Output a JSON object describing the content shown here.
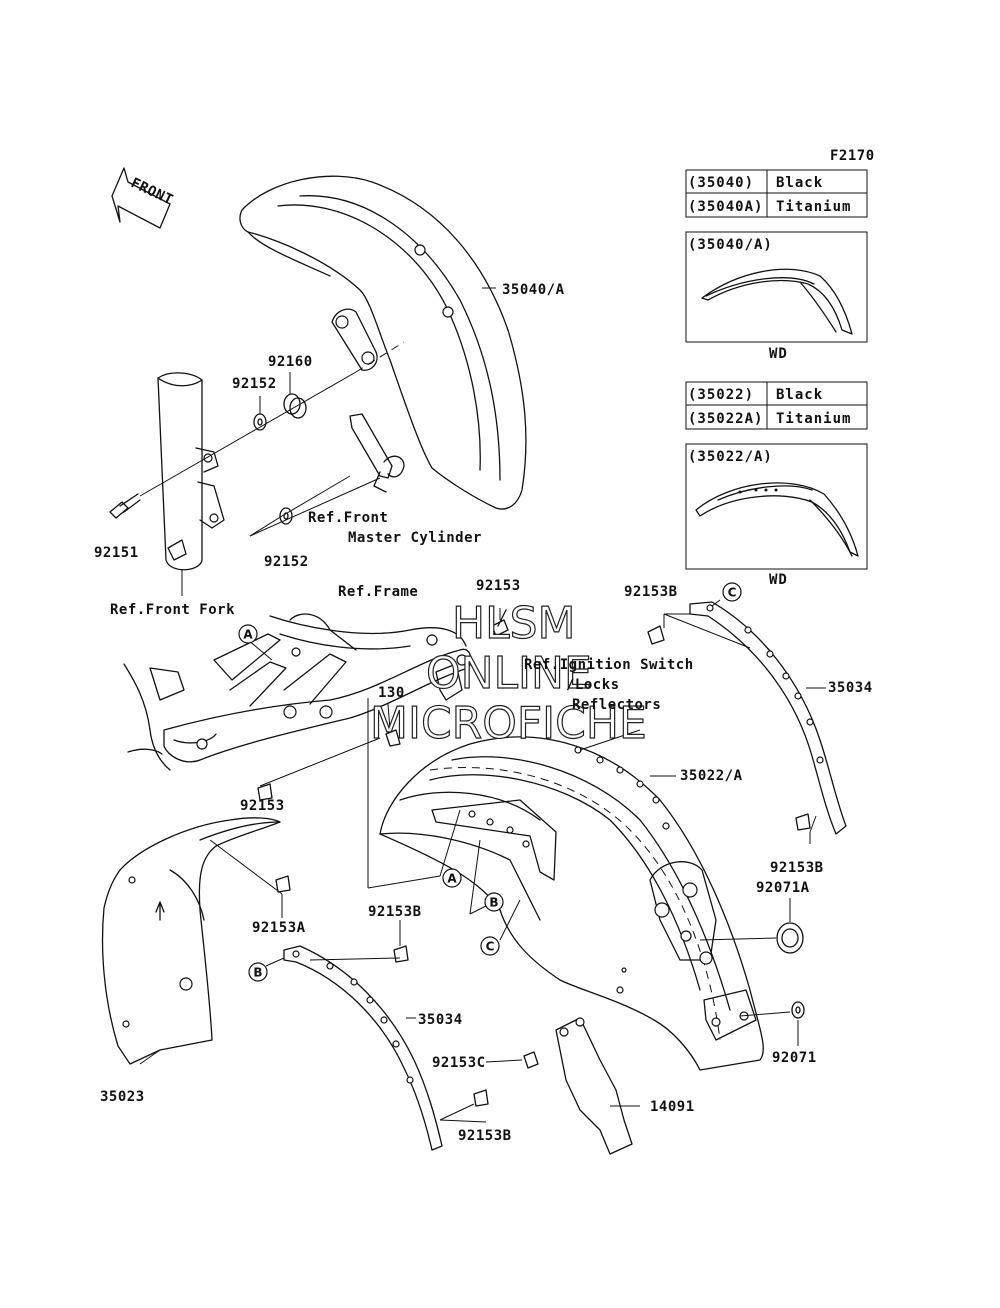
{
  "figure_code": "F2170",
  "front_arrow": "FRONT",
  "tables": [
    {
      "rows": [
        [
          "(35040)",
          "Black"
        ],
        [
          "(35040A)",
          "Titanium"
        ]
      ]
    },
    {
      "rows": [
        [
          "(35022)",
          "Black"
        ],
        [
          "(35022A)",
          "Titanium"
        ]
      ]
    }
  ],
  "detail_boxes": [
    {
      "title": "(35040/A)",
      "caption": "WD"
    },
    {
      "title": "(35022/A)",
      "caption": "WD"
    }
  ],
  "part_labels": {
    "p35040a": "35040/A",
    "p92160": "92160",
    "p92152_top": "92152",
    "p92151": "92151",
    "p92152_bot": "92152",
    "p92153_top": "92153",
    "p92153b_top": "92153B",
    "p35034_right": "35034",
    "p130": "130",
    "p35022a": "35022/A",
    "p92153_left": "92153",
    "p92153b_right": "92153B",
    "p92071a": "92071A",
    "p92153a": "92153A",
    "p92153b_mid": "92153B",
    "p35034_left": "35034",
    "p92153c": "92153C",
    "p92071": "92071",
    "p14091": "14091",
    "p35023": "35023",
    "p92153b_bot": "92153B"
  },
  "references": {
    "front_master_1": "Ref.Front",
    "front_master_2": "Master Cylinder",
    "front_fork": "Ref.Front Fork",
    "frame": "Ref.Frame",
    "ignition": "Ref.Ignition Switch",
    "locks": "/Locks",
    "reflectors": "Reflectors"
  },
  "callouts": {
    "a": "A",
    "b": "B",
    "c": "C"
  },
  "watermark": {
    "line1": "HLSM",
    "line2": "ONLINE",
    "line3": "MICROFICHE"
  }
}
